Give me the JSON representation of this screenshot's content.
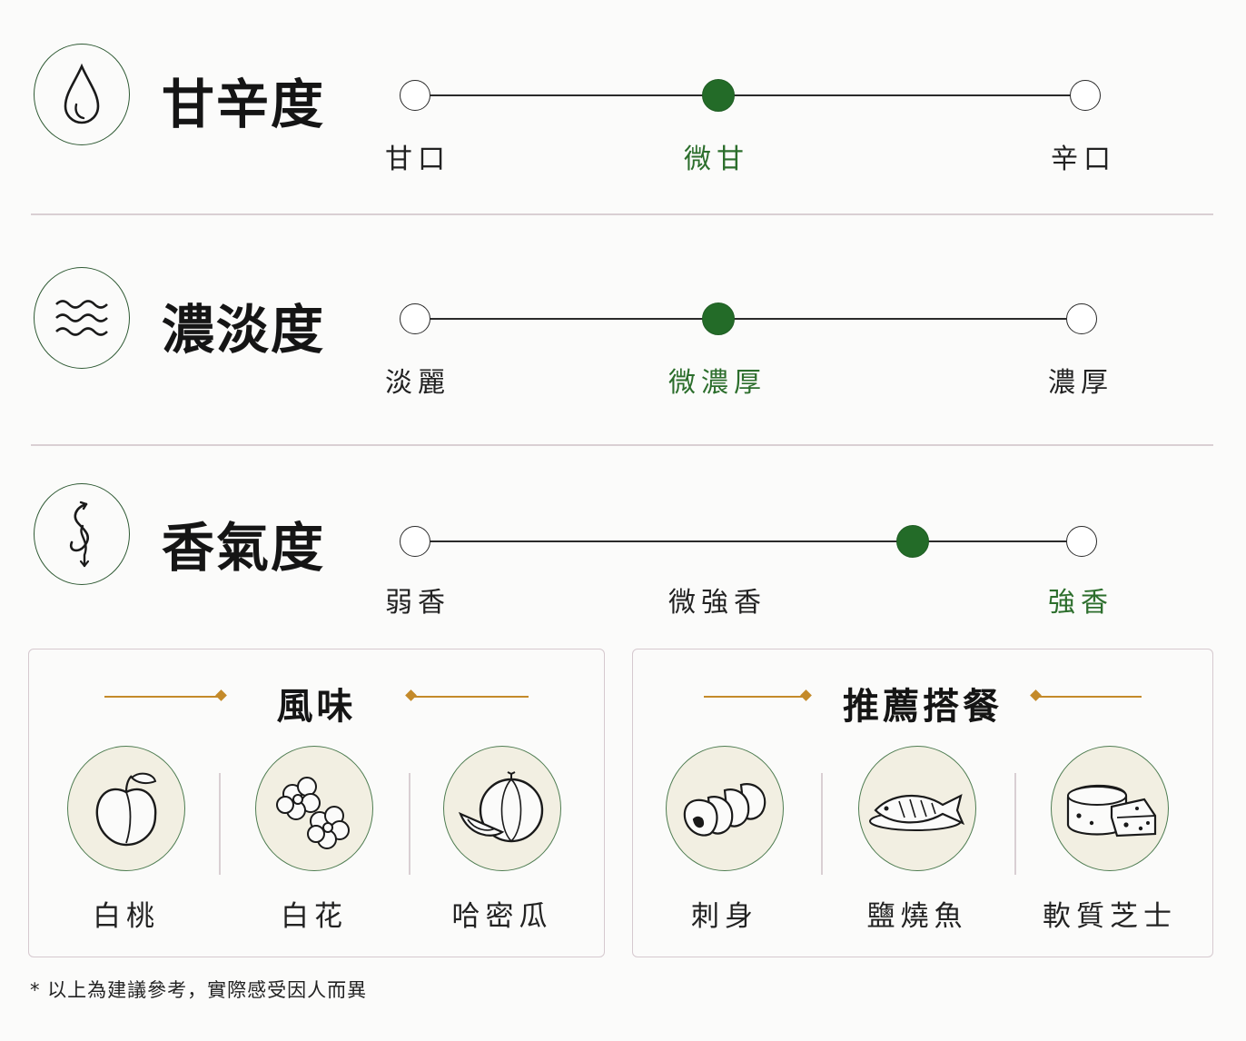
{
  "scales": [
    {
      "title": "甘辛度",
      "icon": "water-drop-icon",
      "levels": [
        "甘口",
        "微甘",
        "辛口"
      ],
      "selected_index": 1
    },
    {
      "title": "濃淡度",
      "icon": "waves-icon",
      "levels": [
        "淡麗",
        "微濃厚",
        "濃厚"
      ],
      "selected_index": 1
    },
    {
      "title": "香氣度",
      "icon": "aroma-swirl-icon",
      "levels": [
        "弱香",
        "微強香",
        "強香"
      ],
      "selected_index": 2
    }
  ],
  "flavor": {
    "title": "風味",
    "items": [
      {
        "label": "白桃",
        "icon": "peach-icon"
      },
      {
        "label": "白花",
        "icon": "white-flower-icon"
      },
      {
        "label": "哈密瓜",
        "icon": "melon-icon"
      }
    ]
  },
  "pairing": {
    "title": "推薦搭餐",
    "items": [
      {
        "label": "刺身",
        "icon": "sashimi-icon"
      },
      {
        "label": "鹽燒魚",
        "icon": "grilled-fish-icon"
      },
      {
        "label": "軟質芝士",
        "icon": "cheese-icon"
      }
    ]
  },
  "footnote": "* 以上為建議參考，實際感受因人而異",
  "colors": {
    "accent_green": "#236b28",
    "ornament_gold": "#c48a2a",
    "item_bg": "#f2efe2"
  }
}
